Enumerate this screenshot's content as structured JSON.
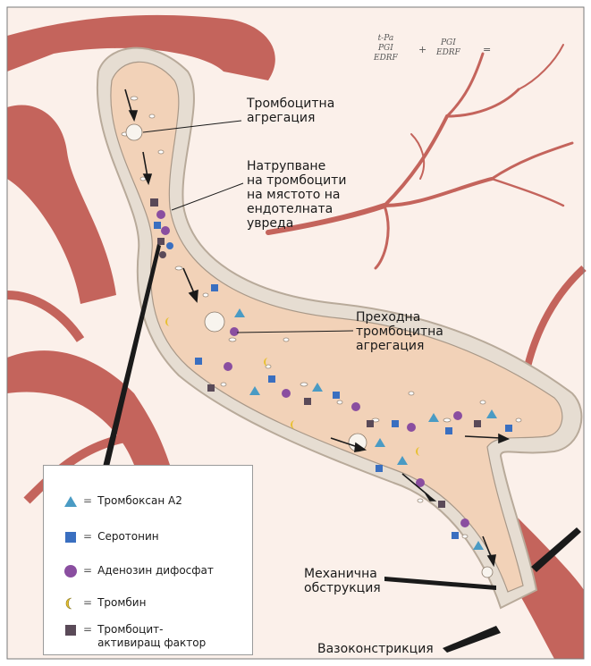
{
  "labels": {
    "aggregation": [
      "Тромбоцитна",
      "агрегация"
    ],
    "accumulation": [
      "Натрупване",
      "на тромбоцити",
      "на мястото на",
      "ендотелната",
      "увреда"
    ],
    "transient": [
      "Преходна",
      "тромбоцитна",
      "агрегация"
    ],
    "mechanical": [
      "Механична",
      "обструкция"
    ],
    "vasoconstriction": "Вазоконстрикция"
  },
  "formula": {
    "left": [
      "t-Pa",
      "PGI",
      "EDRF"
    ],
    "plus": "+",
    "right": [
      "PGI",
      "EDRF"
    ],
    "equals": "="
  },
  "legend": {
    "equals_sign": "=",
    "items": [
      {
        "symbol": "triangle",
        "color": "#4a9bc4",
        "label": [
          "Тромбоксан А2"
        ]
      },
      {
        "symbol": "square",
        "color": "#3a6fc0",
        "label": [
          "Серотонин"
        ]
      },
      {
        "symbol": "circle",
        "color": "#8a4ea0",
        "label": [
          "Аденозин дифосфат"
        ]
      },
      {
        "symbol": "crescent",
        "color": "#e8c030",
        "label": [
          "Тромбин"
        ]
      },
      {
        "symbol": "square-dark",
        "color": "#5a4a58",
        "label": [
          "Тромбоцит-",
          "активиращ фактор"
        ]
      }
    ]
  },
  "colors": {
    "vessel_red": "#c4645c",
    "vessel_light": "#f3d5c8",
    "lumen": "#f2d2b8",
    "wall": "#d9d2c8"
  }
}
